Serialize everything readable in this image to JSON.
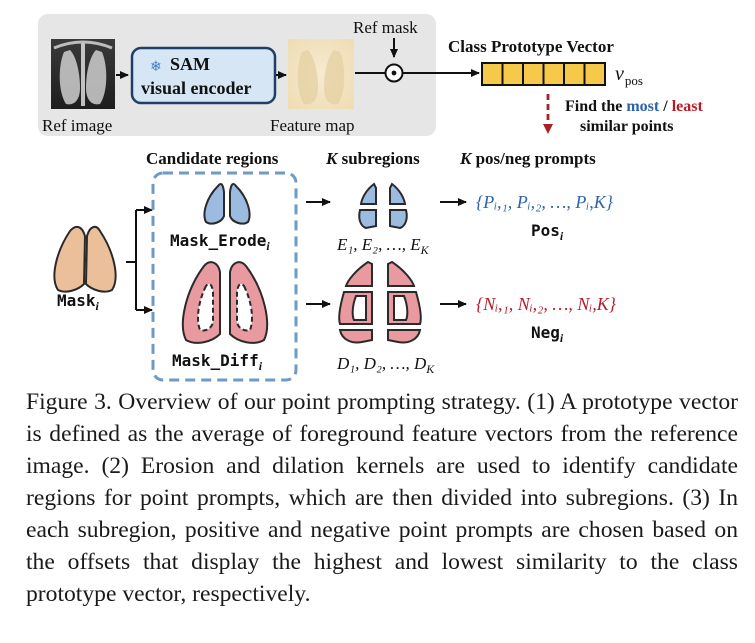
{
  "top_panel": {
    "ref_image_label": "Ref image",
    "encoder_line1": "SAM",
    "encoder_line2": "visual encoder",
    "feature_map_label": "Feature map",
    "ref_mask_label": "Ref mask",
    "prototype_title": "Class Prototype Vector",
    "prototype_symbol": "v",
    "prototype_subscript": "pos",
    "find_prefix": "Find the ",
    "find_most": "most",
    "find_slash": " / ",
    "find_least": "least",
    "find_line2": "similar points"
  },
  "headers": {
    "candidate": "Candidate regions",
    "k_subregions": "subregions",
    "k_prompts": "pos/neg prompts",
    "k_symbol": "K"
  },
  "masks": {
    "mask_i": "Mask",
    "mask_erode": "Mask_Erode",
    "mask_diff": "Mask_Diff",
    "sub_i": "i"
  },
  "subregions": {
    "e_seq": "E₁, E₂, …, E",
    "e_last_sub": "K",
    "d_seq": "D₁, D₂, …, D",
    "d_last_sub": "K"
  },
  "prompts": {
    "pos_set": "{Pᵢ,₁, Pᵢ,₂, …, Pᵢ,K}",
    "pos_label": "Pos",
    "neg_set": "{Nᵢ,₁, Nᵢ,₂, …, Nᵢ,K}",
    "neg_label": "Neg"
  },
  "caption": "Figure 3. Overview of our point prompting strategy. (1) A prototype vector is defined as the average of foreground feature vectors from the reference image. (2) Erosion and dilation kernels are used to identify candidate regions for point prompts, which are then divided into subregions. (3) In each subregion, positive and negative point prompts are chosen based on the offsets that display the highest and lowest similarity to the class prototype vector, respectively.",
  "colors": {
    "panel_bg": "#e6e6e6",
    "encoder_fill": "#d6e6f5",
    "encoder_stroke": "#1e3f66",
    "prototype_fill": "#f6c94a",
    "blue_lung": "#9bbbe0",
    "pink_lung": "#e99aa0",
    "skin_lung": "#ecbf9b",
    "dashed_box": "#6d9ac6",
    "most_blue": "#2d64a8",
    "least_red": "#b51d2a",
    "arrow_red": "#a8202a"
  }
}
